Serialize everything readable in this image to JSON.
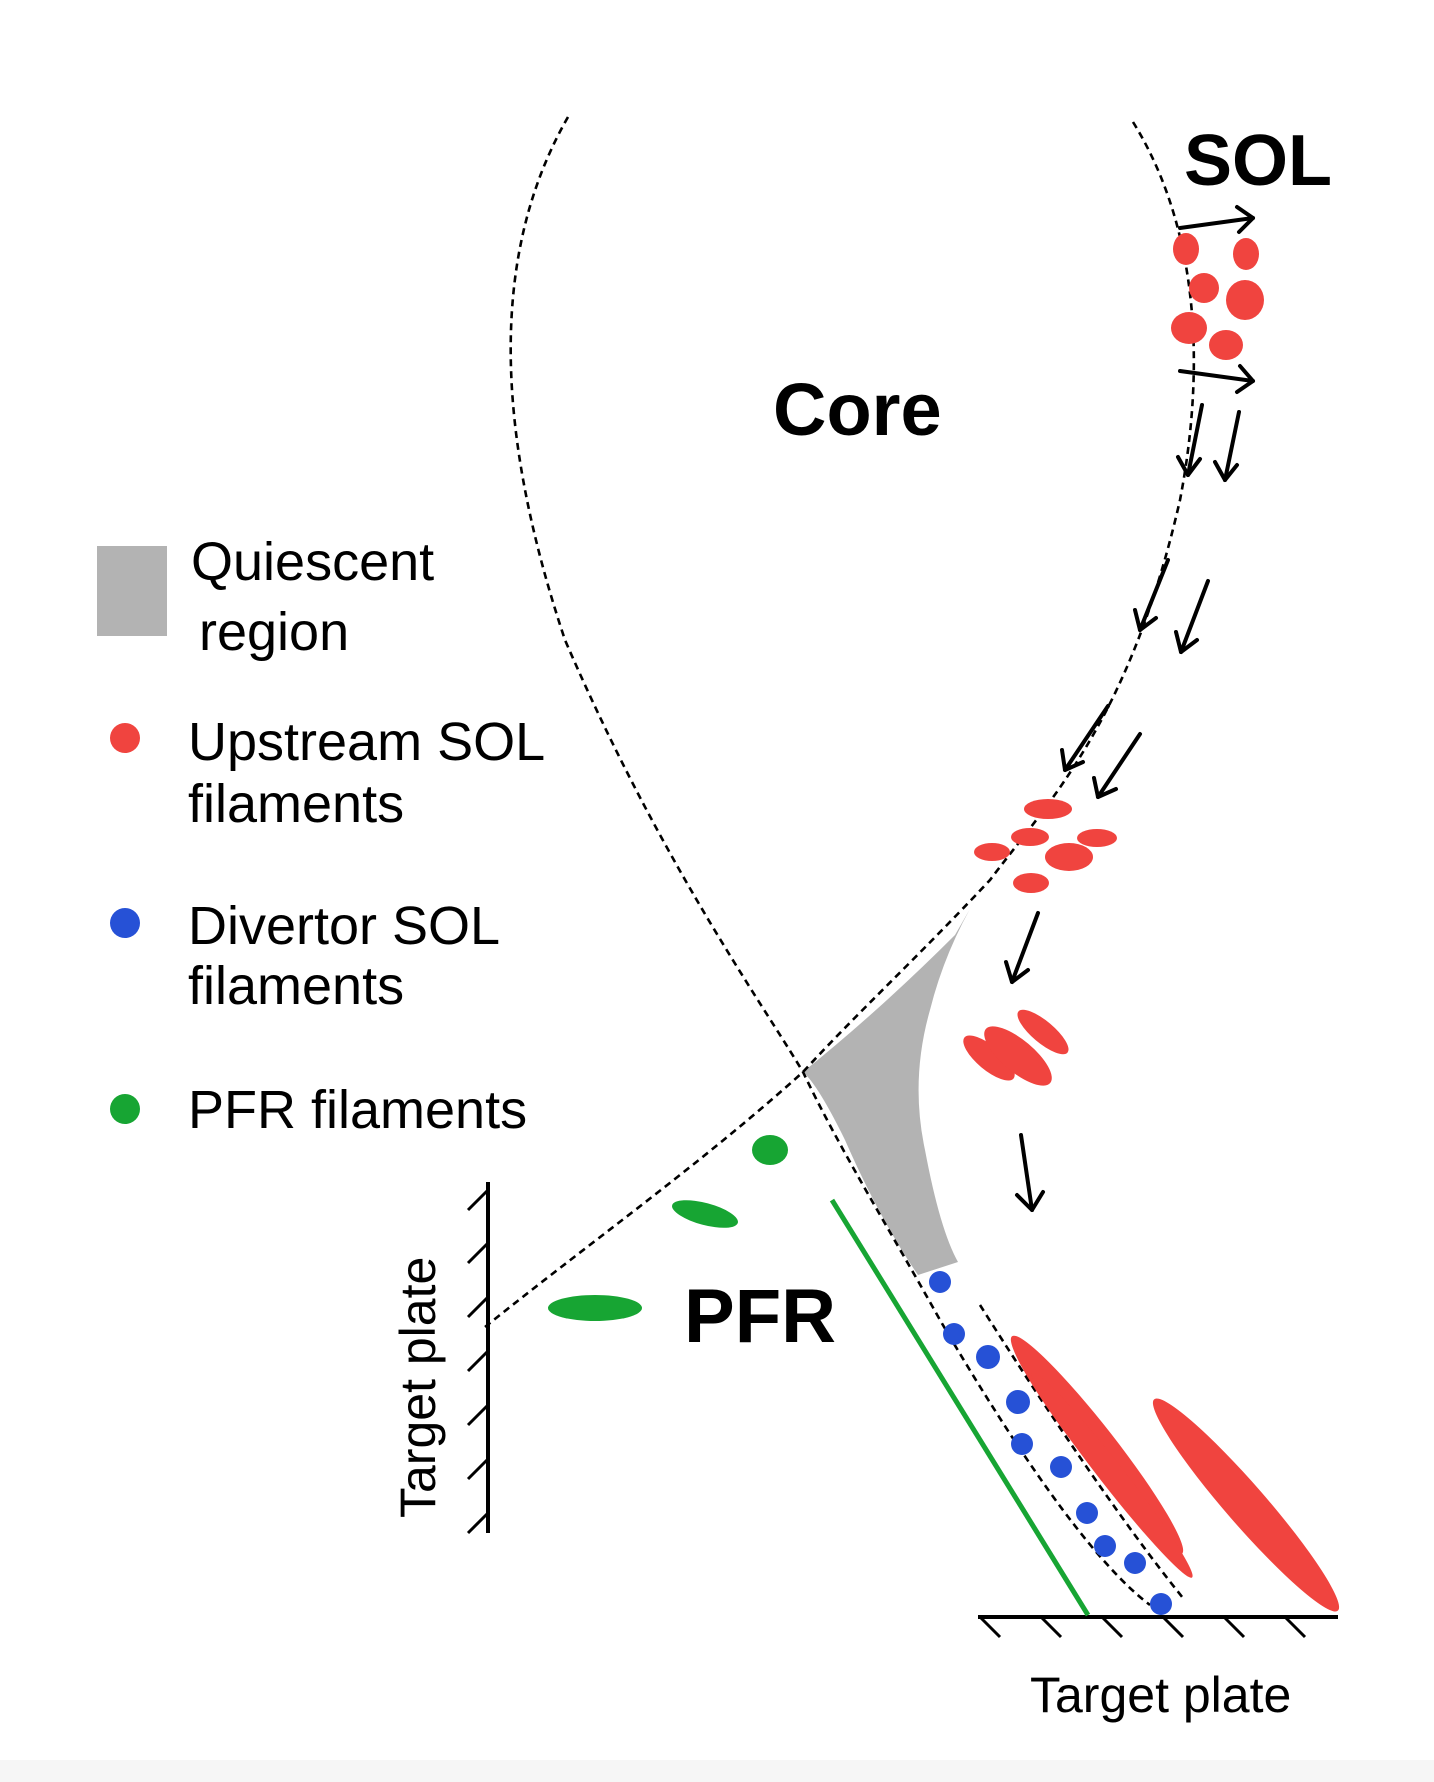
{
  "regions": {
    "sol": "SOL",
    "core": "Core",
    "pfr": "PFR"
  },
  "legend": {
    "quiescent_line1": "Quiescent",
    "quiescent_line2": "region",
    "upstream_line1": "Upstream SOL",
    "upstream_line2": "filaments",
    "divertor_line1": "Divertor SOL",
    "divertor_line2": "filaments",
    "pfr_filaments": "PFR filaments"
  },
  "plates": {
    "left": "Target plate",
    "bottom": "Target plate"
  },
  "colors": {
    "upstream_sol_filaments": "#f0443f",
    "divertor_sol_filaments": "#2651d6",
    "pfr_filaments": "#17a533",
    "quiescent_region": "#b3b3b3"
  }
}
